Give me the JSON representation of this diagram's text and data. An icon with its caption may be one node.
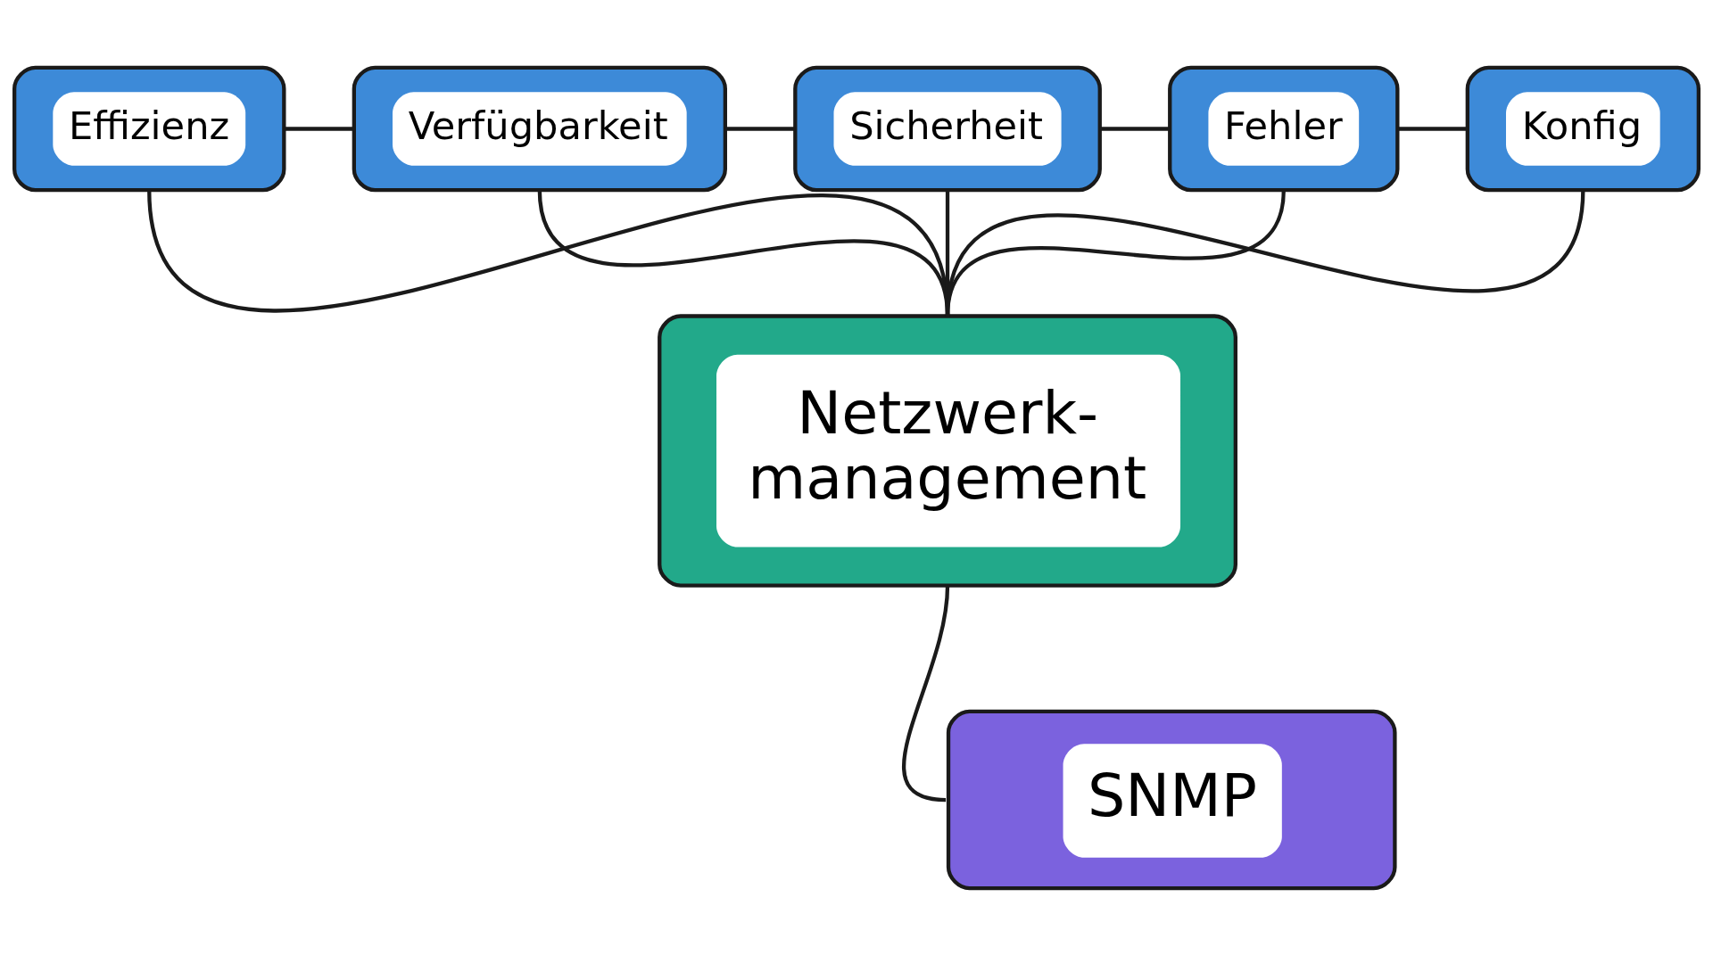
{
  "diagram": {
    "nodes": [
      {
        "text": [
          "Effizienz"
        ]
      },
      {
        "text": [
          "Verfügbarkeit"
        ]
      },
      {
        "text": [
          "Sicherheit"
        ]
      },
      {
        "text": [
          "Fehler"
        ]
      },
      {
        "text": [
          "Konfig"
        ]
      },
      {
        "text": [
          "Netzwerk- management"
        ]
      },
      {
        "text": [
          "SNMP"
        ]
      }
    ],
    "edges": [
      {
        "from": 0,
        "to": 1,
        "arrow": "none"
      },
      {
        "from": 1,
        "to": 2,
        "arrow": "none"
      },
      {
        "from": 2,
        "to": 3,
        "arrow": "none"
      },
      {
        "from": 3,
        "to": 4,
        "arrow": "none"
      },
      {
        "from": 0,
        "to": 5,
        "arrow": "none"
      },
      {
        "from": 1,
        "to": 5,
        "arrow": "none"
      },
      {
        "from": 2,
        "to": 5,
        "arrow": "none"
      },
      {
        "from": 3,
        "to": 5,
        "arrow": "none"
      },
      {
        "from": 4,
        "to": 5,
        "arrow": "none"
      },
      {
        "from": 5,
        "to": 6,
        "arrow": "none"
      }
    ]
  }
}
